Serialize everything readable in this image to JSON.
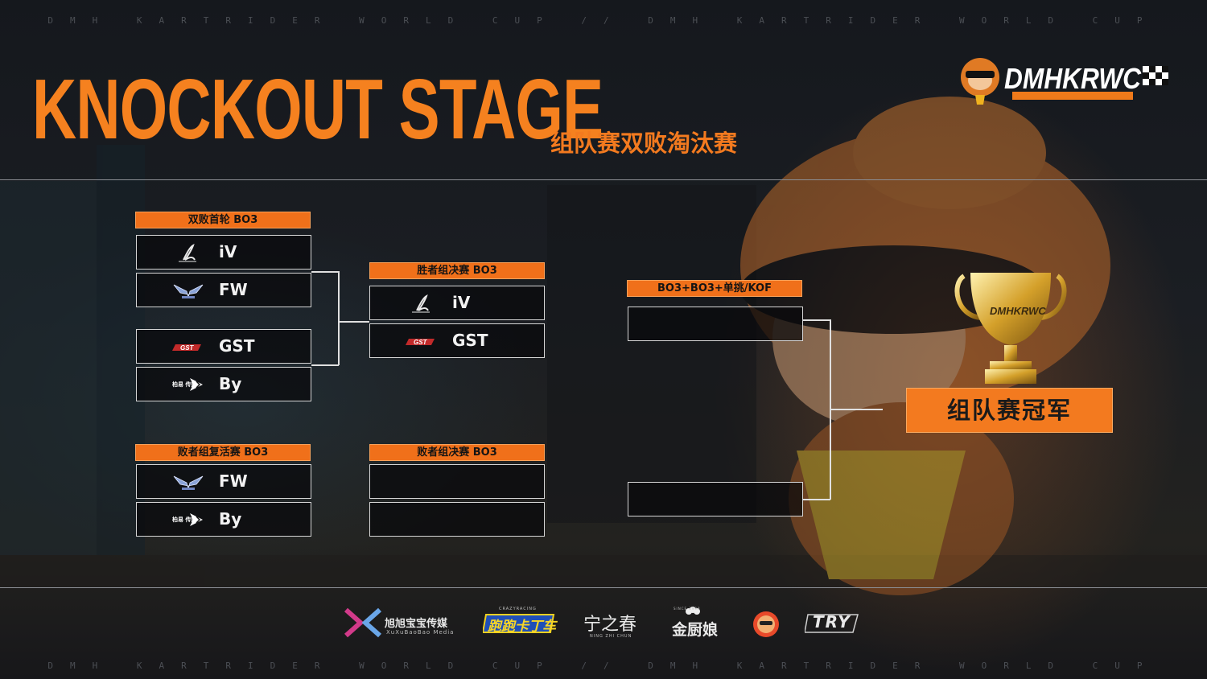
{
  "ticker_text": "DMH KARTRIDER WORLD CUP // DMH KARTRIDER WORLD CUP",
  "header": {
    "title": "KNOCKOUT STAGE",
    "subtitle": "组队赛双败淘汰赛",
    "brand_logo_text": "DMHKRWC"
  },
  "colors": {
    "accent": "#f37a1f",
    "slot_border": "#d6d6d6",
    "line": "#e0e0e0"
  },
  "bracket": {
    "round1": {
      "label": "双败首轮 BO3",
      "slots": [
        {
          "team": "iV",
          "logo": "iv-logo-icon"
        },
        {
          "team": "FW",
          "logo": "fw-wings-logo-icon"
        },
        {
          "team": "GST",
          "logo": "gst-logo-icon"
        },
        {
          "team": "By",
          "logo": "by-arrow-logo-icon"
        }
      ]
    },
    "winners_final": {
      "label": "胜者组决赛 BO3",
      "slots": [
        {
          "team": "iV",
          "logo": "iv-logo-icon"
        },
        {
          "team": "GST",
          "logo": "gst-logo-icon"
        }
      ]
    },
    "losers_revival": {
      "label": "败者组复活赛 BO3",
      "slots": [
        {
          "team": "FW",
          "logo": "fw-wings-logo-icon"
        },
        {
          "team": "By",
          "logo": "by-arrow-logo-icon"
        }
      ]
    },
    "losers_final": {
      "label": "败者组决赛 BO3",
      "slots": [
        {
          "team": ""
        },
        {
          "team": ""
        }
      ]
    },
    "grand_final": {
      "label": "BO3+BO3+单挑/KOF",
      "slots": [
        {
          "team": ""
        },
        {
          "team": ""
        }
      ]
    },
    "champion_label": "组队赛冠军",
    "trophy_text": "DMHKRWC"
  },
  "team_logo_text": {
    "by": "柏易 传媒"
  },
  "sponsors": [
    {
      "name": "旭旭宝宝传媒",
      "sub": "XuXuBaoBao Media",
      "icon": "xuxubaobao-x-icon"
    },
    {
      "name": "跑跑卡丁车",
      "sub": "CRAZYRACING",
      "icon": "crazyracing-logo-icon"
    },
    {
      "name": "宁之春",
      "sub": "NING ZHI CHUN",
      "icon": "ningzhichun-logo-icon"
    },
    {
      "name": "金厨娘",
      "sub": "SINCE 1998",
      "icon": "chef-hat-icon"
    },
    {
      "name": "",
      "sub": "",
      "icon": "monkey-badge-icon"
    },
    {
      "name": "TRY",
      "sub": "",
      "icon": "try-logo-icon"
    }
  ]
}
